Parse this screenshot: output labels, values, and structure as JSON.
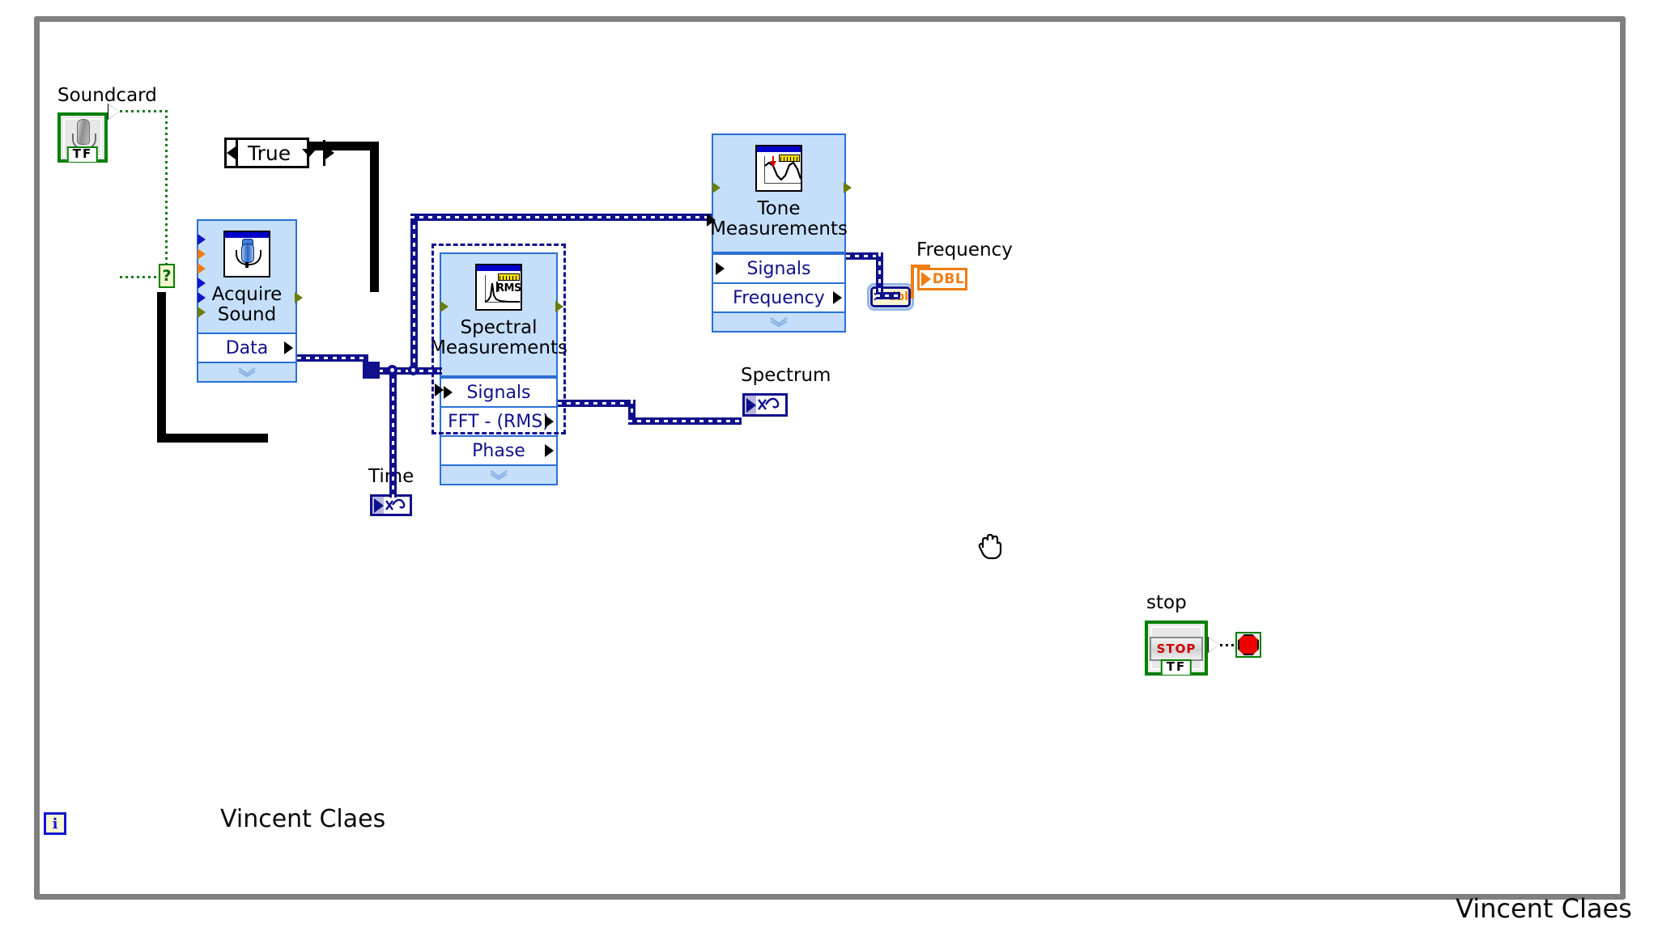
{
  "window": {
    "background_color": "#ffffff",
    "frame_color": "#808080"
  },
  "controls": {
    "soundcard": {
      "label": "Soundcard",
      "type_tag": "TF",
      "icon": "microphone-icon",
      "border_color": "#008000"
    },
    "stop": {
      "label": "stop",
      "button_text": "STOP",
      "type_tag": "TF",
      "border_color": "#008000"
    }
  },
  "case_structure": {
    "selector_value": "True",
    "tunnel_label": "?"
  },
  "nodes": {
    "acquire_sound": {
      "title": "Acquire Sound",
      "icon": "microphone-express-icon",
      "rows": [
        {
          "label": "Data",
          "direction": "output"
        }
      ],
      "expand_glyph": "chevron-down"
    },
    "spectral_measurements": {
      "title": "Spectral\nMeasurements",
      "icon": "spectrum-rms-icon",
      "icon_text": "RMS",
      "rows": [
        {
          "label": "Signals",
          "direction": "input"
        },
        {
          "label": "FFT - (RMS)",
          "direction": "output"
        },
        {
          "label": "Phase",
          "direction": "output"
        }
      ],
      "expand_glyph": "chevron-down",
      "selected": true
    },
    "tone_measurements": {
      "title": "Tone\nMeasurements",
      "icon": "sine-wave-icon",
      "rows": [
        {
          "label": "Signals",
          "direction": "input"
        },
        {
          "label": "Frequency",
          "direction": "output"
        }
      ],
      "expand_glyph": "chevron-down"
    }
  },
  "indicators": {
    "frequency": {
      "label": "Frequency",
      "datatype": "DBL",
      "border_color": "#ef7d14"
    },
    "spectrum": {
      "label": "Spectrum",
      "datatype": "waveform",
      "border_color": "#10108c"
    },
    "time": {
      "label": "Time",
      "datatype": "waveform",
      "border_color": "#10108c"
    }
  },
  "conversion_node": {
    "datatype_label": "dbl",
    "icon": "to-double-precision-icon"
  },
  "info_button": {
    "glyph": "i",
    "name": "info-icon"
  },
  "cursor": {
    "type": "hand-cursor"
  },
  "watermarks": {
    "inner": "Vincent Claes",
    "outer": "Vincent Claes"
  },
  "colors": {
    "dynamic_wire": "#10108c",
    "express_vi_body": "#c5dffb",
    "express_vi_border": "#2b6fd6",
    "terminal_text": "#10108c",
    "control_green": "#008000",
    "dbl_orange": "#ef7d14"
  }
}
